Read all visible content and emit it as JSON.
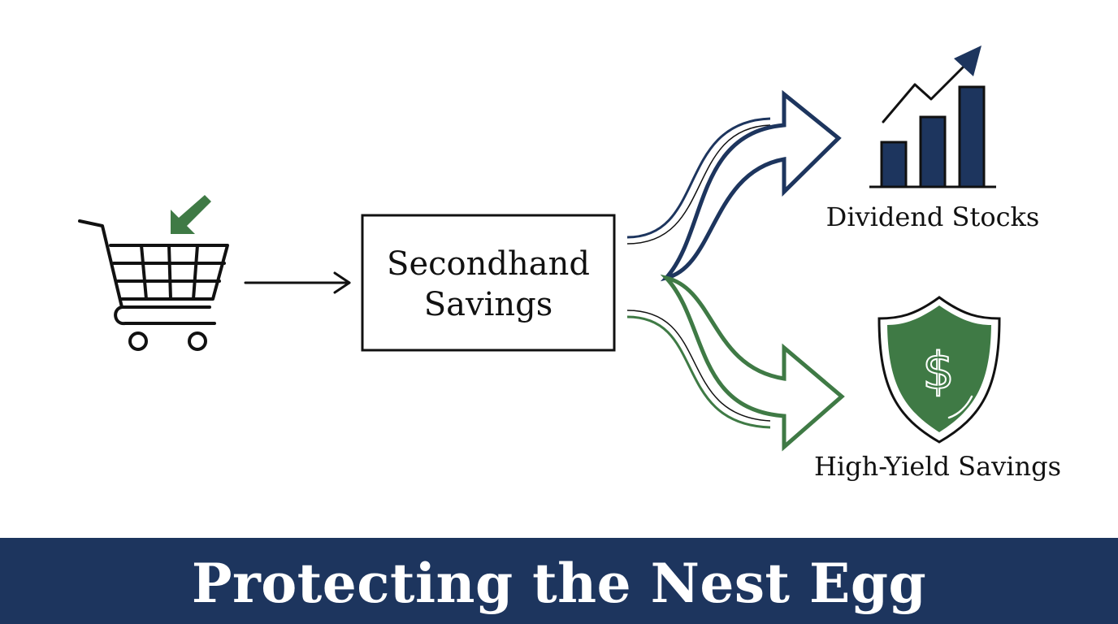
{
  "colors": {
    "navy": "#1d355e",
    "green": "#3f7a45",
    "ink": "#111111",
    "background": "#ffffff"
  },
  "diagram": {
    "source": {
      "icon": "shopping-cart-icon",
      "badge_icon": "green-down-left-arrow-icon"
    },
    "center_box": {
      "line1": "Secondhand",
      "line2": "Savings"
    },
    "outputs": [
      {
        "label": "Dividend Stocks",
        "icon": "rising-bar-chart-icon",
        "arrow_color": "navy"
      },
      {
        "label": "High-Yield Savings",
        "icon": "dollar-shield-icon",
        "arrow_color": "green"
      }
    ]
  },
  "banner": {
    "title": "Protecting the Nest Egg"
  }
}
